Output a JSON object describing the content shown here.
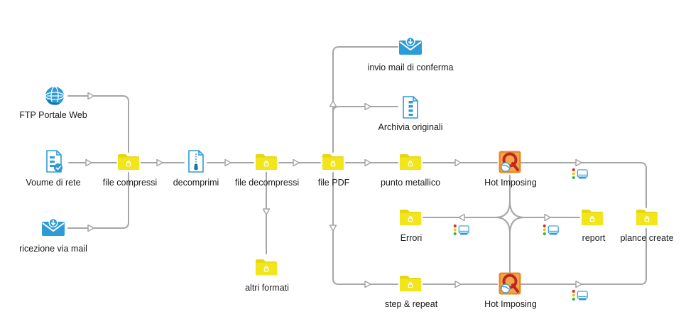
{
  "nodes": {
    "ftp": {
      "label": "FTP Portale Web",
      "icon": "globe-icon"
    },
    "volume": {
      "label": "Voume di rete",
      "icon": "network-volume-icon"
    },
    "mail_in": {
      "label": "ricezione via mail",
      "icon": "mail-receive-icon"
    },
    "compressed": {
      "label": "file compressi",
      "icon": "folder-icon"
    },
    "decompress": {
      "label": "decomprimi",
      "icon": "zip-file-icon"
    },
    "decompressed": {
      "label": "file decompressi",
      "icon": "folder-icon"
    },
    "other_formats": {
      "label": "altri formati",
      "icon": "folder-icon"
    },
    "pdf": {
      "label": "file PDF",
      "icon": "folder-icon"
    },
    "mail_out": {
      "label": "invio mail di conferma",
      "icon": "mail-send-icon"
    },
    "archive": {
      "label": "Archivia originali",
      "icon": "archive-icon"
    },
    "saddle": {
      "label": "punto metallico",
      "icon": "folder-icon"
    },
    "imposing1": {
      "label": "Hot Imposing",
      "icon": "hot-imposing-icon"
    },
    "errors": {
      "label": "Errori",
      "icon": "folder-icon"
    },
    "report": {
      "label": "report",
      "icon": "folder-icon"
    },
    "plates": {
      "label": "plance create",
      "icon": "folder-icon"
    },
    "step": {
      "label": "step & repeat",
      "icon": "folder-icon"
    },
    "imposing2": {
      "label": "Hot Imposing",
      "icon": "hot-imposing-icon"
    }
  },
  "colors": {
    "line": "#a6a6a6",
    "folder": "#f2e51b",
    "folder_tab": "#e6d60c",
    "blue": "#2d9bd8",
    "blue_dark": "#1673b3",
    "imposing_orange": "#e8882a",
    "imposing_red": "#c0281e",
    "status_red": "#e0321f",
    "status_yellow": "#f1c40f",
    "status_green": "#36b24a"
  }
}
